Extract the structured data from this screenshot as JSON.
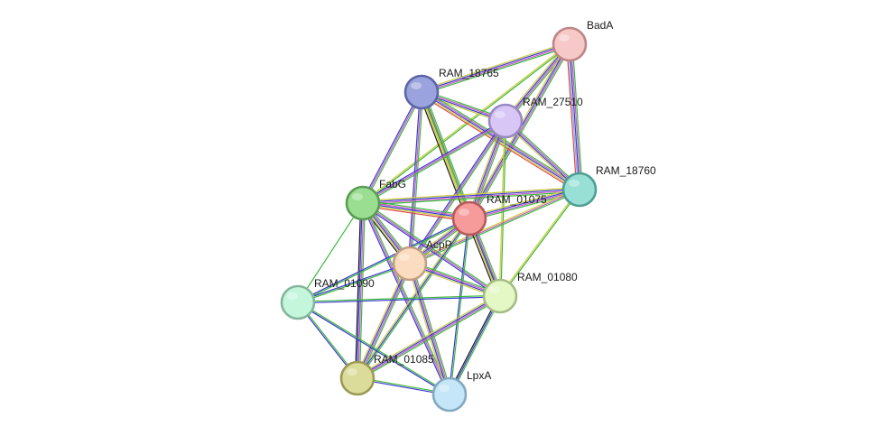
{
  "network": {
    "nodes": [
      {
        "id": "BadA",
        "label": "BadA",
        "fill": "#f6c8c8",
        "stroke": "#c08585"
      },
      {
        "id": "RAM_18765",
        "label": "RAM_18765",
        "fill": "#9aa3de",
        "stroke": "#5a66a6"
      },
      {
        "id": "RAM_27510",
        "label": "RAM_27510",
        "fill": "#d8c6f6",
        "stroke": "#9a88c0"
      },
      {
        "id": "RAM_18760",
        "label": "RAM_18760",
        "fill": "#98e0d6",
        "stroke": "#4f9e93"
      },
      {
        "id": "FabG",
        "label": "FabG",
        "fill": "#9ade92",
        "stroke": "#5a9d52"
      },
      {
        "id": "RAM_01075",
        "label": "RAM_01075",
        "fill": "#f69a9a",
        "stroke": "#b55a5a"
      },
      {
        "id": "AcpP",
        "label": "AcpP",
        "fill": "#fcdcc0",
        "stroke": "#c09e82"
      },
      {
        "id": "RAM_01090",
        "label": "RAM_01090",
        "fill": "#c4f6dc",
        "stroke": "#84b69c"
      },
      {
        "id": "RAM_01080",
        "label": "RAM_01080",
        "fill": "#e4f8c6",
        "stroke": "#a6bc86"
      },
      {
        "id": "RAM_01085",
        "label": "RAM_01085",
        "fill": "#dcdc9a",
        "stroke": "#9a9a54"
      },
      {
        "id": "LpxA",
        "label": "LpxA",
        "fill": "#c4e6f8",
        "stroke": "#84a8c2"
      }
    ],
    "edges": [
      {
        "source": "BadA",
        "target": "RAM_18765",
        "colors": [
          "#3db83d",
          "#c45cc4",
          "#3a3ad2",
          "#cccc3a"
        ]
      },
      {
        "source": "BadA",
        "target": "RAM_27510",
        "colors": [
          "#3db83d",
          "#c45cc4",
          "#3a3ad2",
          "#cccc3a"
        ]
      },
      {
        "source": "BadA",
        "target": "RAM_18760",
        "colors": [
          "#3db83d",
          "#c45cc4",
          "#3a3ad2",
          "#8aaad2",
          "#e04a4a"
        ]
      },
      {
        "source": "BadA",
        "target": "FabG",
        "colors": [
          "#3db83d",
          "#cccc3a"
        ]
      },
      {
        "source": "BadA",
        "target": "RAM_01075",
        "colors": [
          "#3db83d",
          "#c45cc4",
          "#3a3ad2",
          "#cccc3a"
        ]
      },
      {
        "source": "RAM_18765",
        "target": "RAM_27510",
        "colors": [
          "#3db83d",
          "#c45cc4",
          "#3a3ad2",
          "#cccc3a"
        ]
      },
      {
        "source": "RAM_18765",
        "target": "RAM_18760",
        "colors": [
          "#3db83d",
          "#c45cc4",
          "#3a3ad2",
          "#cccc3a",
          "#e04a4a"
        ]
      },
      {
        "source": "RAM_18765",
        "target": "FabG",
        "colors": [
          "#3db83d",
          "#c45cc4",
          "#3a3ad2"
        ]
      },
      {
        "source": "RAM_18765",
        "target": "RAM_01075",
        "colors": [
          "#3db83d",
          "#c45cc4",
          "#3a3ad2",
          "#cccc3a",
          "#1a1a1a"
        ]
      },
      {
        "source": "RAM_18765",
        "target": "AcpP",
        "colors": [
          "#3db83d",
          "#c45cc4",
          "#3a3ad2"
        ]
      },
      {
        "source": "RAM_18765",
        "target": "RAM_01080",
        "colors": [
          "#3db83d",
          "#cccc3a"
        ]
      },
      {
        "source": "RAM_27510",
        "target": "RAM_18760",
        "colors": [
          "#3db83d",
          "#c45cc4",
          "#3a3ad2",
          "#cccc3a"
        ]
      },
      {
        "source": "RAM_27510",
        "target": "FabG",
        "colors": [
          "#3db83d",
          "#c45cc4",
          "#3a3ad2"
        ]
      },
      {
        "source": "RAM_27510",
        "target": "RAM_01075",
        "colors": [
          "#3db83d",
          "#c45cc4",
          "#3a3ad2",
          "#cccc3a"
        ]
      },
      {
        "source": "RAM_27510",
        "target": "AcpP",
        "colors": [
          "#3db83d",
          "#c45cc4",
          "#3a3ad2"
        ]
      },
      {
        "source": "RAM_27510",
        "target": "RAM_01080",
        "colors": [
          "#3db83d",
          "#cccc3a"
        ]
      },
      {
        "source": "RAM_18760",
        "target": "FabG",
        "colors": [
          "#3db83d",
          "#c45cc4",
          "#3a3ad2",
          "#cccc3a"
        ]
      },
      {
        "source": "RAM_18760",
        "target": "RAM_01075",
        "colors": [
          "#3db83d",
          "#c45cc4",
          "#3a3ad2",
          "#cccc3a"
        ]
      },
      {
        "source": "RAM_18760",
        "target": "AcpP",
        "colors": [
          "#3db83d",
          "#c45cc4",
          "#cccc3a"
        ]
      },
      {
        "source": "RAM_18760",
        "target": "RAM_01080",
        "colors": [
          "#3db83d",
          "#cccc3a"
        ]
      },
      {
        "source": "FabG",
        "target": "RAM_01075",
        "colors": [
          "#3db83d",
          "#c45cc4",
          "#3a3ad2",
          "#cccc3a",
          "#e04a4a"
        ]
      },
      {
        "source": "FabG",
        "target": "AcpP",
        "colors": [
          "#3db83d",
          "#c45cc4",
          "#3a3ad2",
          "#cccc3a",
          "#1a1a1a"
        ]
      },
      {
        "source": "FabG",
        "target": "RAM_01090",
        "colors": [
          "#3db83d"
        ]
      },
      {
        "source": "FabG",
        "target": "RAM_01080",
        "colors": [
          "#3db83d",
          "#c45cc4",
          "#3a3ad2"
        ]
      },
      {
        "source": "FabG",
        "target": "RAM_01085",
        "colors": [
          "#3db83d",
          "#c45cc4",
          "#3a3ad2",
          "#1a1a1a"
        ]
      },
      {
        "source": "FabG",
        "target": "LpxA",
        "colors": [
          "#3db83d",
          "#c45cc4",
          "#3a3ad2"
        ]
      },
      {
        "source": "RAM_01075",
        "target": "AcpP",
        "colors": [
          "#3db83d",
          "#c45cc4",
          "#3a3ad2",
          "#cccc3a"
        ]
      },
      {
        "source": "RAM_01075",
        "target": "RAM_01090",
        "colors": [
          "#3db83d",
          "#3a3ad2"
        ]
      },
      {
        "source": "RAM_01075",
        "target": "RAM_01080",
        "colors": [
          "#3db83d",
          "#c45cc4",
          "#3a3ad2",
          "#cccc3a",
          "#1a1a1a"
        ]
      },
      {
        "source": "RAM_01075",
        "target": "RAM_01085",
        "colors": [
          "#3db83d",
          "#3a3ad2",
          "#cccc3a"
        ]
      },
      {
        "source": "RAM_01075",
        "target": "LpxA",
        "colors": [
          "#3db83d",
          "#3a3ad2"
        ]
      },
      {
        "source": "AcpP",
        "target": "RAM_01090",
        "colors": [
          "#3db83d",
          "#3a3ad2"
        ]
      },
      {
        "source": "AcpP",
        "target": "RAM_01080",
        "colors": [
          "#3db83d",
          "#c45cc4",
          "#3a3ad2",
          "#cccc3a"
        ]
      },
      {
        "source": "AcpP",
        "target": "RAM_01085",
        "colors": [
          "#3db83d",
          "#c45cc4",
          "#3a3ad2",
          "#cccc3a"
        ]
      },
      {
        "source": "AcpP",
        "target": "LpxA",
        "colors": [
          "#3db83d",
          "#c45cc4",
          "#3a3ad2",
          "#cccc3a"
        ]
      },
      {
        "source": "RAM_01090",
        "target": "RAM_01080",
        "colors": [
          "#3db83d",
          "#3a3ad2"
        ]
      },
      {
        "source": "RAM_01090",
        "target": "RAM_01085",
        "colors": [
          "#3db83d",
          "#3a3ad2"
        ]
      },
      {
        "source": "RAM_01090",
        "target": "LpxA",
        "colors": [
          "#3db83d",
          "#3a3ad2"
        ]
      },
      {
        "source": "RAM_01080",
        "target": "RAM_01085",
        "colors": [
          "#3db83d",
          "#c45cc4",
          "#3a3ad2",
          "#cccc3a"
        ]
      },
      {
        "source": "RAM_01080",
        "target": "LpxA",
        "colors": [
          "#3db83d",
          "#3a3ad2",
          "#1a1a1a"
        ]
      },
      {
        "source": "RAM_01085",
        "target": "LpxA",
        "colors": [
          "#3db83d",
          "#3a3ad2"
        ]
      }
    ]
  }
}
